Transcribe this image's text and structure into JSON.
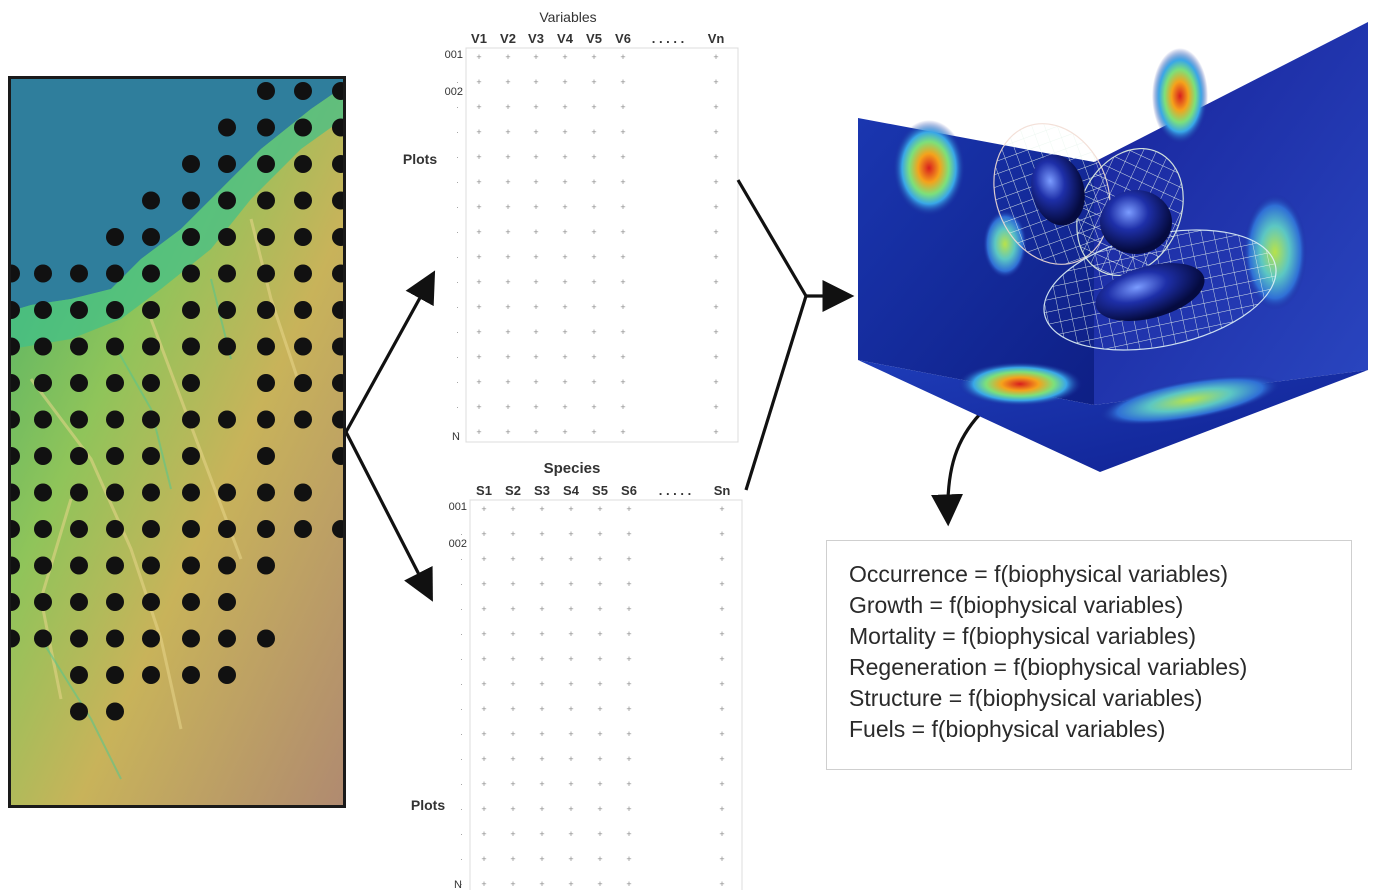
{
  "variables_matrix": {
    "title": "Variables",
    "columns": [
      "V1",
      "V2",
      "V3",
      "V4",
      "V5",
      "V6",
      ". . . . .",
      "Vn"
    ],
    "rows": [
      "001",
      "002",
      "N"
    ],
    "side_label": "Plots"
  },
  "species_matrix": {
    "title": "Species",
    "columns": [
      "S1",
      "S2",
      "S3",
      "S4",
      "S5",
      "S6",
      ". . . . .",
      "Sn"
    ],
    "rows": [
      "001",
      "002",
      "N"
    ],
    "side_label": "Plots"
  },
  "equations": [
    "Occurrence = f(biophysical variables)",
    "Growth  = f(biophysical variables)",
    "Mortality = f(biophysical variables)",
    "Regeneration = f(biophysical variables)",
    "Structure  = f(biophysical variables)",
    "Fuels  = f(biophysical variables)"
  ],
  "colors": {
    "water": "#2f7e9c",
    "terrain_low": "#3fae6a",
    "terrain_mid": "#c8b35a",
    "terrain_high": "#b08a70",
    "dots": "#111111",
    "cube_back": "#1a2a9a",
    "hot": "#d81e1e"
  }
}
